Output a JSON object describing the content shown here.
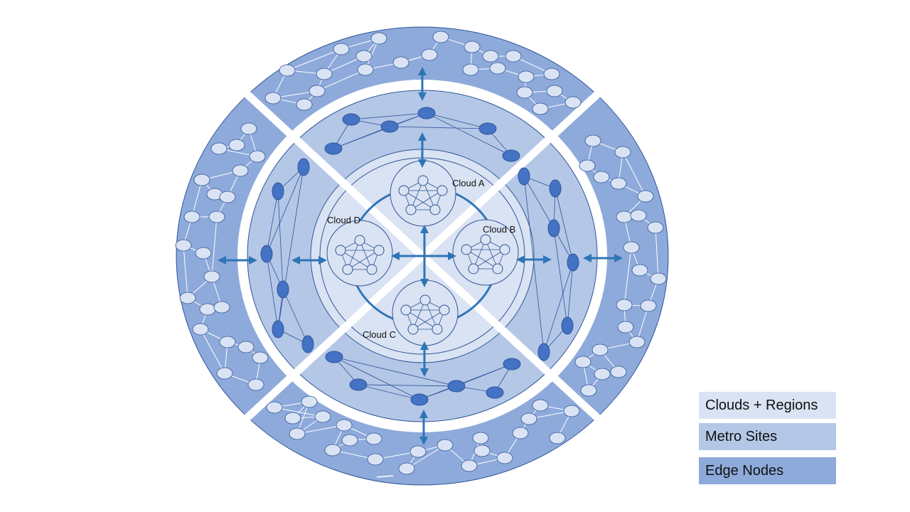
{
  "colors": {
    "edge_ring": "#8eaadb",
    "metro_ring": "#b4c7e7",
    "cloud_area": "#dae3f3",
    "outline": "#2f5597",
    "metro_node": "#4472c4",
    "edge_node": "#dae3f3",
    "arrow": "#2e75b6",
    "gap": "#ffffff"
  },
  "clouds": [
    {
      "id": "a",
      "label": "Cloud A"
    },
    {
      "id": "b",
      "label": "Cloud B"
    },
    {
      "id": "c",
      "label": "Cloud C"
    },
    {
      "id": "d",
      "label": "Cloud D"
    }
  ],
  "legend": [
    {
      "label": "Clouds + Regions",
      "color": "#dae3f3"
    },
    {
      "label": "Metro Sites",
      "color": "#b4c7e7"
    },
    {
      "label": "Edge Nodes",
      "color": "#8eaadb"
    }
  ]
}
